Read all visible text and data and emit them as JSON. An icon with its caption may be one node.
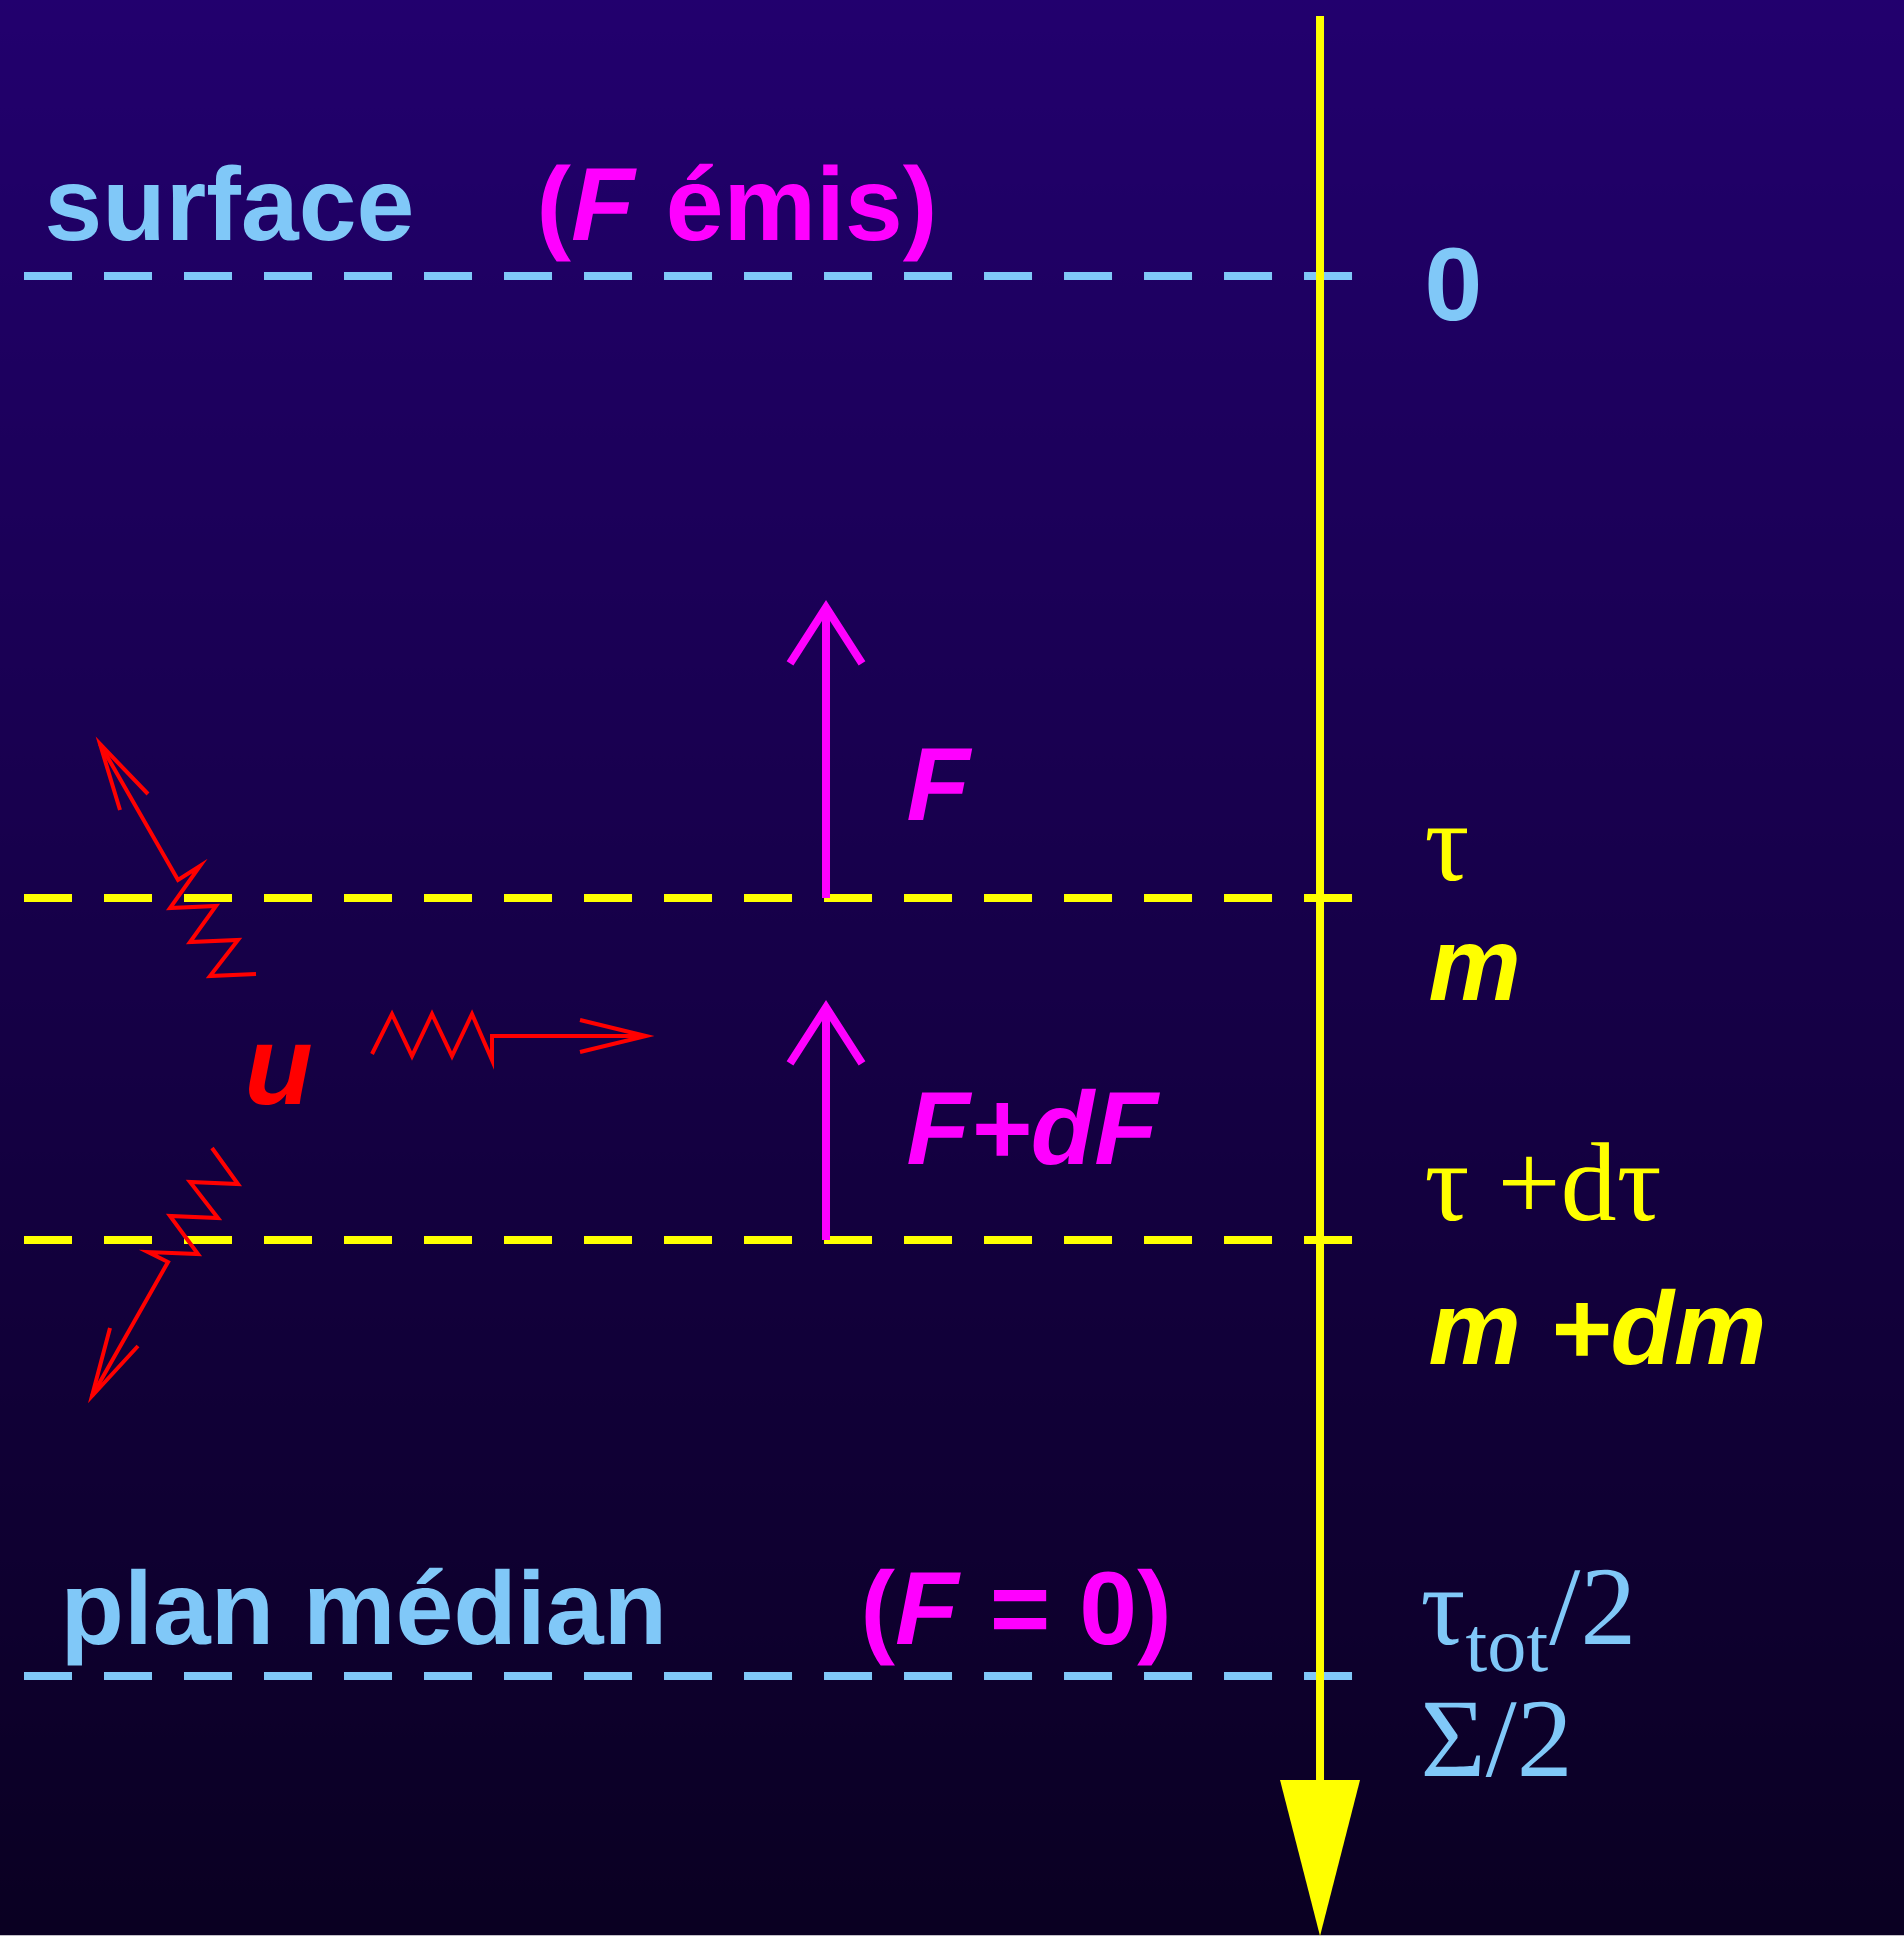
{
  "diagram": {
    "labels": [
      "surface",
      "(*F* émis)",
      "0",
      "F",
      "τ",
      "m",
      "u",
      "F+dF",
      "τ +dτ",
      "m +dm",
      "plan médian",
      "(*F* = 0)",
      "τ$_{tot}$/2",
      "Σ/2"
    ]
  }
}
